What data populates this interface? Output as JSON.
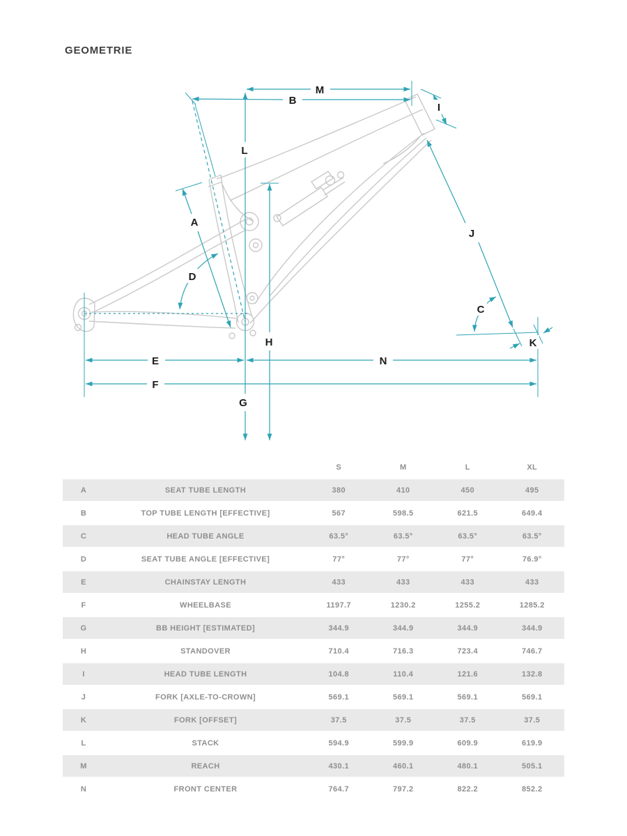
{
  "page": {
    "title": "GEOMETRIE"
  },
  "diagram": {
    "labels": {
      "A": "A",
      "B": "B",
      "C": "C",
      "D": "D",
      "E": "E",
      "F": "F",
      "G": "G",
      "H": "H",
      "I": "I",
      "J": "J",
      "K": "K",
      "L": "L",
      "M": "M",
      "N": "N"
    },
    "colors": {
      "dimension": "#2fa3b5",
      "frame": "#c9c9c9",
      "label_text": "#1c1c1c",
      "row_background": "#e9e9e9",
      "table_text": "#8f8f8f"
    }
  },
  "table": {
    "size_headers": [
      "S",
      "M",
      "L",
      "XL"
    ],
    "rows": [
      {
        "letter": "A",
        "label": "SEAT TUBE LENGTH",
        "values": [
          "380",
          "410",
          "450",
          "495"
        ]
      },
      {
        "letter": "B",
        "label": "TOP TUBE LENGTH [EFFECTIVE]",
        "values": [
          "567",
          "598.5",
          "621.5",
          "649.4"
        ]
      },
      {
        "letter": "C",
        "label": "HEAD TUBE ANGLE",
        "values": [
          "63.5°",
          "63.5°",
          "63.5°",
          "63.5°"
        ]
      },
      {
        "letter": "D",
        "label": "SEAT TUBE ANGLE [EFFECTIVE]",
        "values": [
          "77°",
          "77°",
          "77°",
          "76.9°"
        ]
      },
      {
        "letter": "E",
        "label": "CHAINSTAY LENGTH",
        "values": [
          "433",
          "433",
          "433",
          "433"
        ]
      },
      {
        "letter": "F",
        "label": "WHEELBASE",
        "values": [
          "1197.7",
          "1230.2",
          "1255.2",
          "1285.2"
        ]
      },
      {
        "letter": "G",
        "label": "BB HEIGHT [ESTIMATED]",
        "values": [
          "344.9",
          "344.9",
          "344.9",
          "344.9"
        ]
      },
      {
        "letter": "H",
        "label": "STANDOVER",
        "values": [
          "710.4",
          "716.3",
          "723.4",
          "746.7"
        ]
      },
      {
        "letter": "I",
        "label": "HEAD TUBE LENGTH",
        "values": [
          "104.8",
          "110.4",
          "121.6",
          "132.8"
        ]
      },
      {
        "letter": "J",
        "label": "FORK [AXLE-TO-CROWN]",
        "values": [
          "569.1",
          "569.1",
          "569.1",
          "569.1"
        ]
      },
      {
        "letter": "K",
        "label": "FORK [OFFSET]",
        "values": [
          "37.5",
          "37.5",
          "37.5",
          "37.5"
        ]
      },
      {
        "letter": "L",
        "label": "STACK",
        "values": [
          "594.9",
          "599.9",
          "609.9",
          "619.9"
        ]
      },
      {
        "letter": "M",
        "label": "REACH",
        "values": [
          "430.1",
          "460.1",
          "480.1",
          "505.1"
        ]
      },
      {
        "letter": "N",
        "label": "FRONT CENTER",
        "values": [
          "764.7",
          "797.2",
          "822.2",
          "852.2"
        ]
      }
    ]
  }
}
